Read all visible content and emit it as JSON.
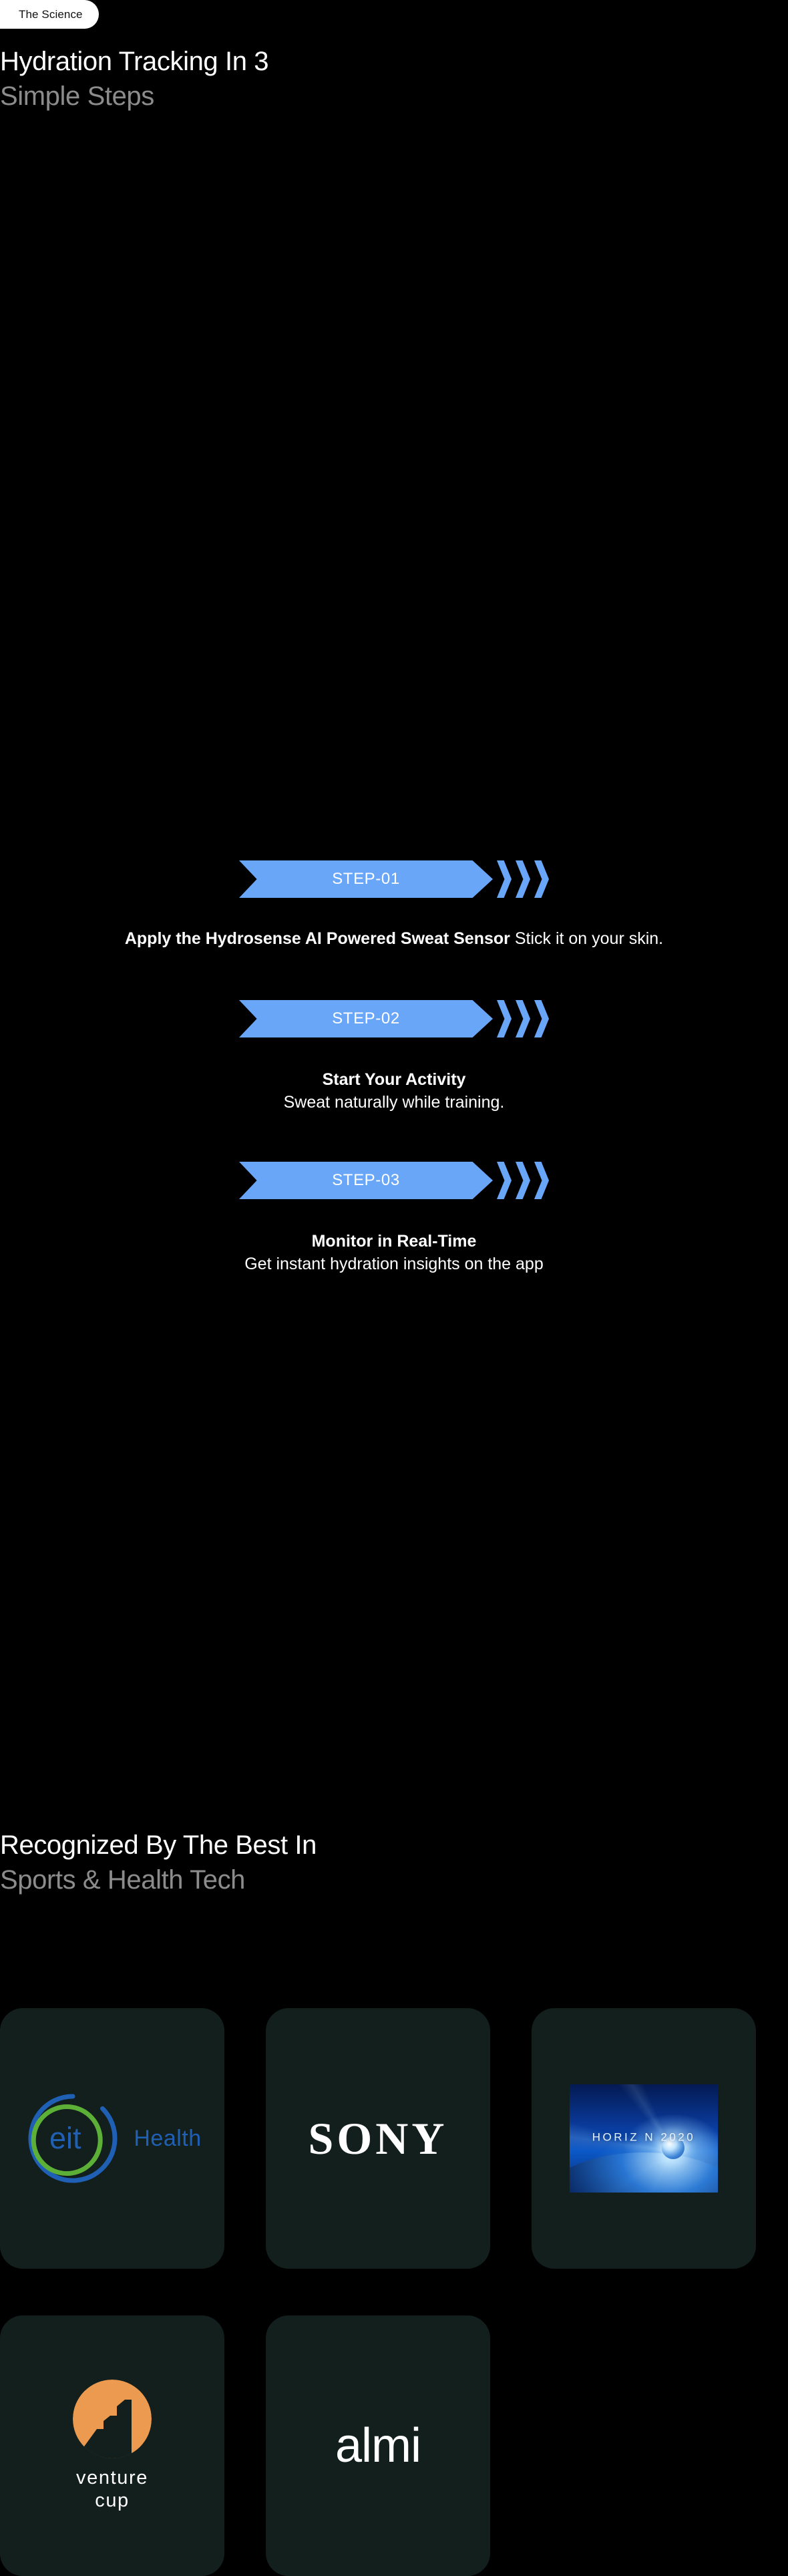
{
  "badge": {
    "label": "The Science"
  },
  "hero": {
    "line1": "Hydration Tracking In 3",
    "line2": "Simple Steps"
  },
  "steps": [
    {
      "badge_label": "STEP-01",
      "title_bold": "Apply the Hydrosense AI Powered Sweat Sensor",
      "title_rest": " Stick it on your skin.",
      "desc": ""
    },
    {
      "badge_label": "STEP-02",
      "title_bold": "Start Your Activity",
      "title_rest": "",
      "desc": "Sweat naturally while training."
    },
    {
      "badge_label": "STEP-03",
      "title_bold": "Monitor in Real-Time",
      "title_rest": "",
      "desc": "Get instant hydration insights on the app"
    }
  ],
  "recognized": {
    "line1": "Recognized By The Best In",
    "line2": "Sports & Health Tech"
  },
  "logos": [
    {
      "name": "eit Health",
      "mark": "eit-circle-logo",
      "word": "eit",
      "suffix": "Health"
    },
    {
      "name": "SONY",
      "mark": "sony-wordmark",
      "word": "SONY"
    },
    {
      "name": "Horizon 2020",
      "mark": "horizon-2020-image",
      "word": "HORIZ  N 2020"
    },
    {
      "name": "Venture Cup",
      "mark": "venture-cup-logo",
      "word": "venture",
      "suffix": "cup"
    },
    {
      "name": "almi",
      "mark": "almi-wordmark",
      "word": "almi"
    }
  ],
  "colors": {
    "background": "#000000",
    "accent_blue": "#6aa6f8",
    "card_bg": "#121f1d",
    "muted_text": "#8c8c8c",
    "eit_blue": "#2060b4",
    "eit_green": "#5cb037",
    "venture_orange": "#ec9a4f"
  }
}
